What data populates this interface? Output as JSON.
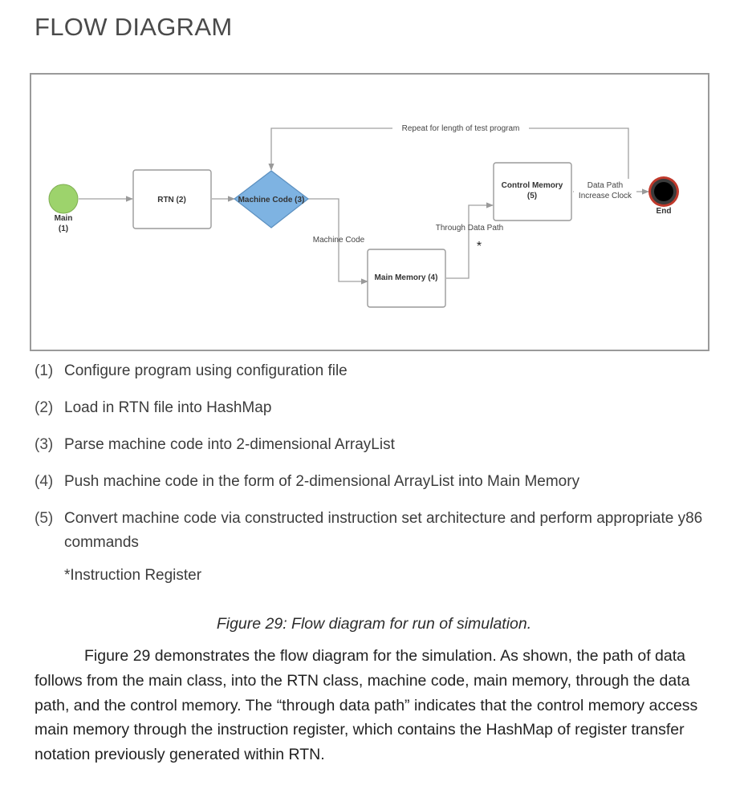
{
  "heading": "FLOW DIAGRAM",
  "diagram": {
    "nodes": {
      "main_line1": "Main",
      "main_line2": "(1)",
      "rtn": "RTN (2)",
      "machine_code": "Machine Code (3)",
      "main_memory": "Main Memory (4)",
      "control_memory_line1": "Control Memory",
      "control_memory_line2": "(5)",
      "end": "End"
    },
    "edge_labels": {
      "repeat": "Repeat for length of test program",
      "machine_code": "Machine Code",
      "through_data_path": "Through Data Path",
      "data_path": "Data Path",
      "increase_clock": "Increase Clock",
      "asterisk": "*"
    },
    "colors": {
      "main_node": "#9dd36c",
      "machine_code_node": "#7eb3e2",
      "end_ring": "#c0392b",
      "edges": "#a0a0a0"
    }
  },
  "legend": [
    {
      "num": "(1)",
      "text": "Configure program using configuration file"
    },
    {
      "num": "(2)",
      "text": "Load in RTN file into HashMap"
    },
    {
      "num": "(3)",
      "text": "Parse machine code into 2-dimensional ArrayList"
    },
    {
      "num": "(4)",
      "text": "Push machine code in the form of 2-dimensional ArrayList into Main Memory"
    },
    {
      "num": "(5)",
      "text": "Convert machine code via constructed instruction set architecture and perform appropriate y86 commands"
    }
  ],
  "footnote": "*Instruction Register",
  "caption": "Figure 29: Flow diagram for run of simulation.",
  "paragraph": "Figure 29 demonstrates the flow diagram for the simulation. As shown, the path of data follows from the main class, into the RTN class, machine code, main memory, through the data path, and the control memory. The “through data path” indicates that the control memory access main memory through the instruction register, which contains the HashMap of register transfer notation previously generated within RTN."
}
